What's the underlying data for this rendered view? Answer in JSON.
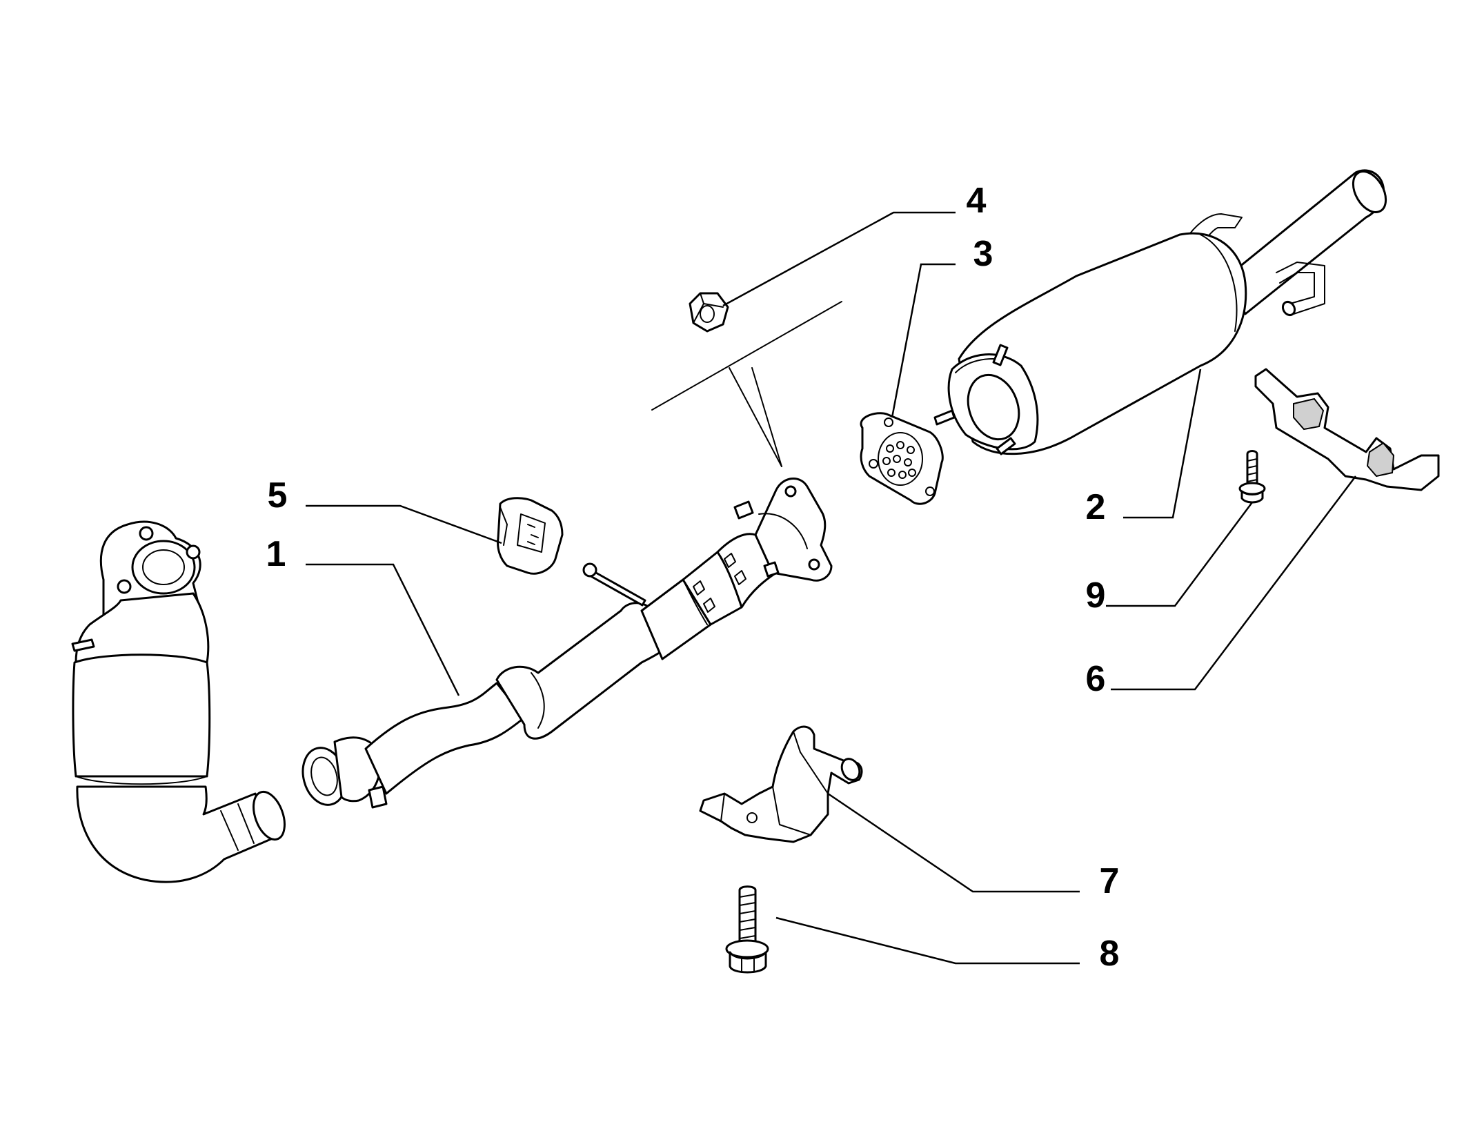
{
  "callouts": {
    "c1": "1",
    "c2": "2",
    "c3": "3",
    "c4": "4",
    "c5": "5",
    "c6": "6",
    "c7": "7",
    "c8": "8",
    "c9": "9"
  },
  "colors": {
    "line": "#000000",
    "background": "#ffffff",
    "shading": "#d0d0d0"
  }
}
